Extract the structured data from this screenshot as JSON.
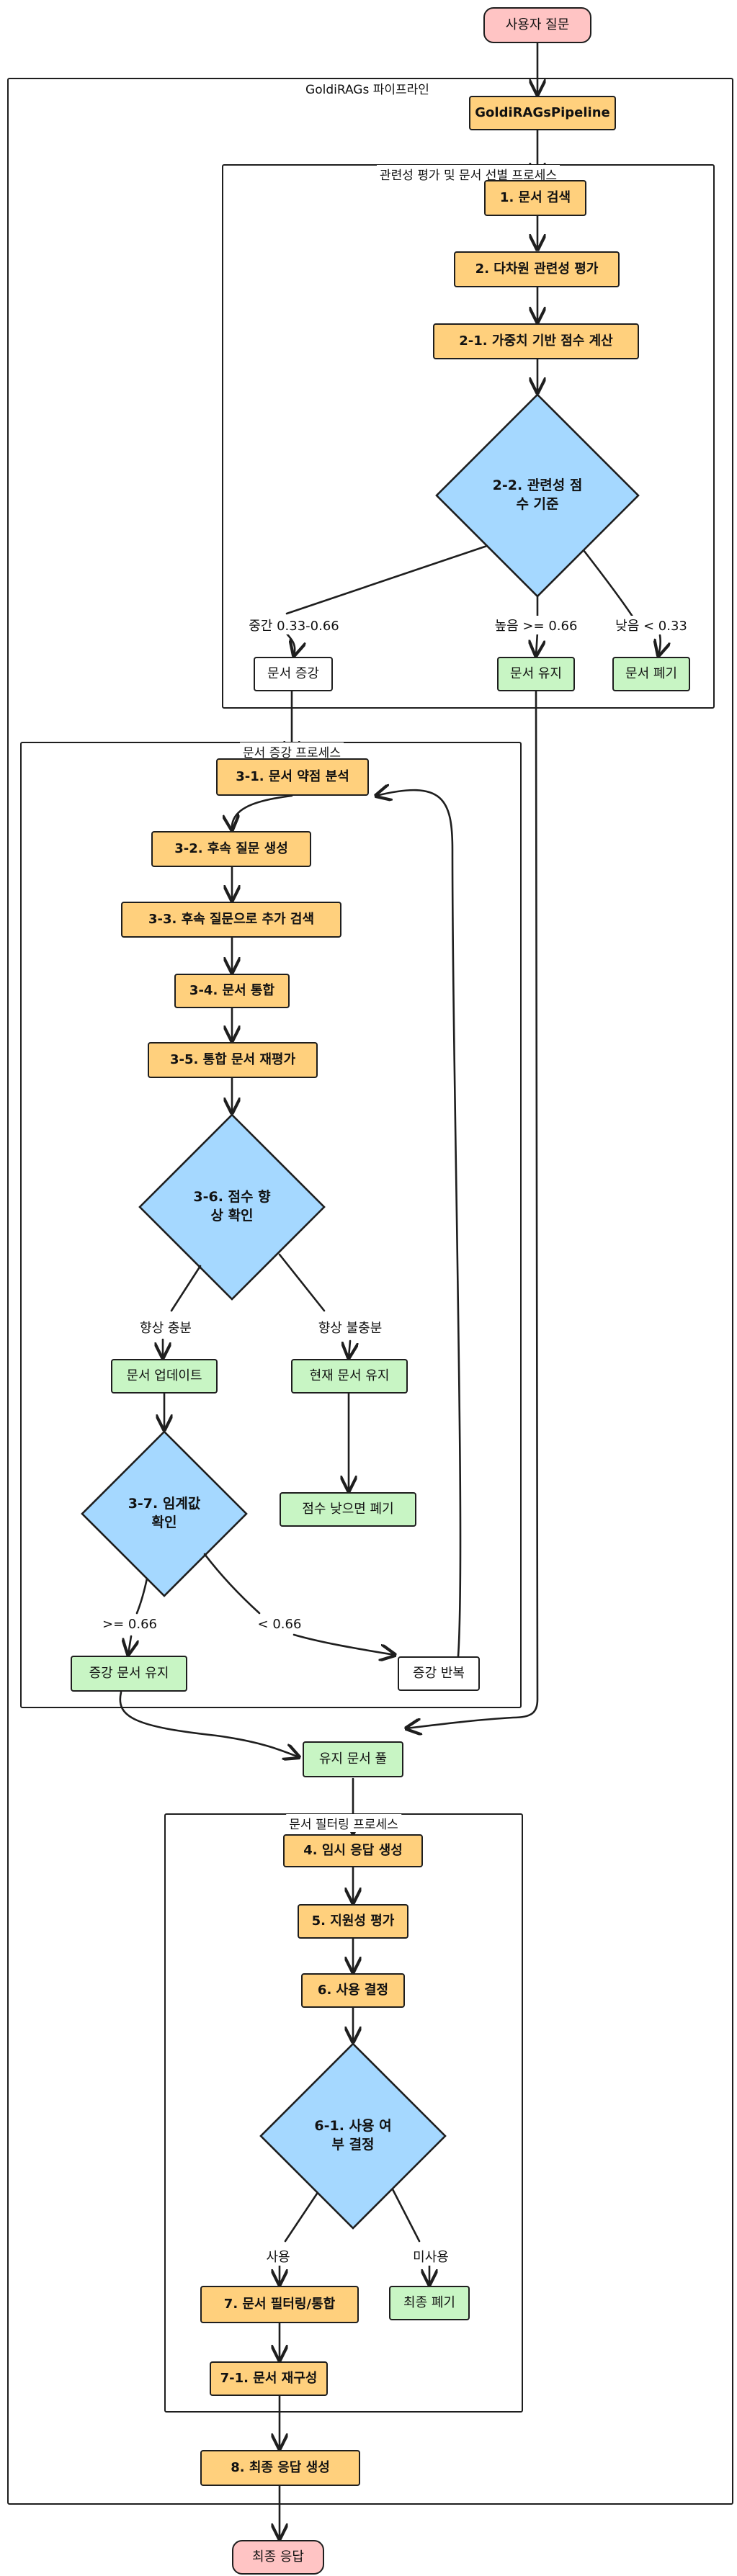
{
  "start": "사용자 질문",
  "end": "최종 응답",
  "pipeline": {
    "title": "GoldiRAGs 파이프라인",
    "node": "GoldiRAGsPipeline"
  },
  "evaluation": {
    "title": "관련성 평가 및 문서 선별 프로세스",
    "step1": "1. 문서 검색",
    "step2": "2. 다차원 관련성 평가",
    "step21": "2-1. 가중치 기반 점수 계산",
    "decision": "2-2. 관련성 점\n수 기준",
    "label_mid": "중간 0.33-0.66",
    "label_high": "높음 >= 0.66",
    "label_low": "낮음 < 0.33",
    "out_augment": "문서 증강",
    "out_keep": "문서 유지",
    "out_discard": "문서 폐기"
  },
  "augment": {
    "title": "문서 증강 프로세스",
    "step31": "3-1. 문서 약점 분석",
    "step32": "3-2. 후속 질문 생성",
    "step33": "3-3. 후속 질문으로 추가 검색",
    "step34": "3-4. 문서 통합",
    "step35": "3-5. 통합 문서 재평가",
    "decision36": "3-6. 점수 향\n상 확인",
    "label_improved": "향상 충분",
    "label_not_improved": "향상 불충분",
    "update": "문서 업데이트",
    "keep_current": "현재 문서 유지",
    "low_discard": "점수 낮으면 폐기",
    "decision37": "3-7. 임계값\n확인",
    "label_ge": ">= 0.66",
    "label_lt": "< 0.66",
    "keep_augmented": "증강 문서 유지",
    "repeat": "증강 반복"
  },
  "pool": "유지 문서 풀",
  "filtering": {
    "title": "문서 필터링 프로세스",
    "step4": "4. 임시 응답 생성",
    "step5": "5. 지원성 평가",
    "step6": "6. 사용 결정",
    "decision61": "6-1. 사용 여\n부 결정",
    "label_use": "사용",
    "label_unused": "미사용",
    "step7": "7. 문서 필터링/통합",
    "final_discard": "최종 폐기",
    "step71": "7-1. 문서 재구성"
  },
  "step8": "8. 최종 응답 생성"
}
